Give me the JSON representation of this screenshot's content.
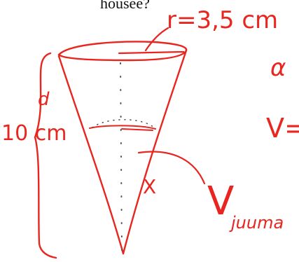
{
  "printed_text": "housee?",
  "handwriting": {
    "radius_label": "r=3,5 cm",
    "height_label": "10 cm",
    "d_label": "d",
    "x_label": "X",
    "alpha_label": "α",
    "volume_label": "V=",
    "v_large": "V",
    "v_subscript": "juuma"
  },
  "colors": {
    "ink": "#e8261f",
    "print": "#111111",
    "dots": "#555555"
  }
}
